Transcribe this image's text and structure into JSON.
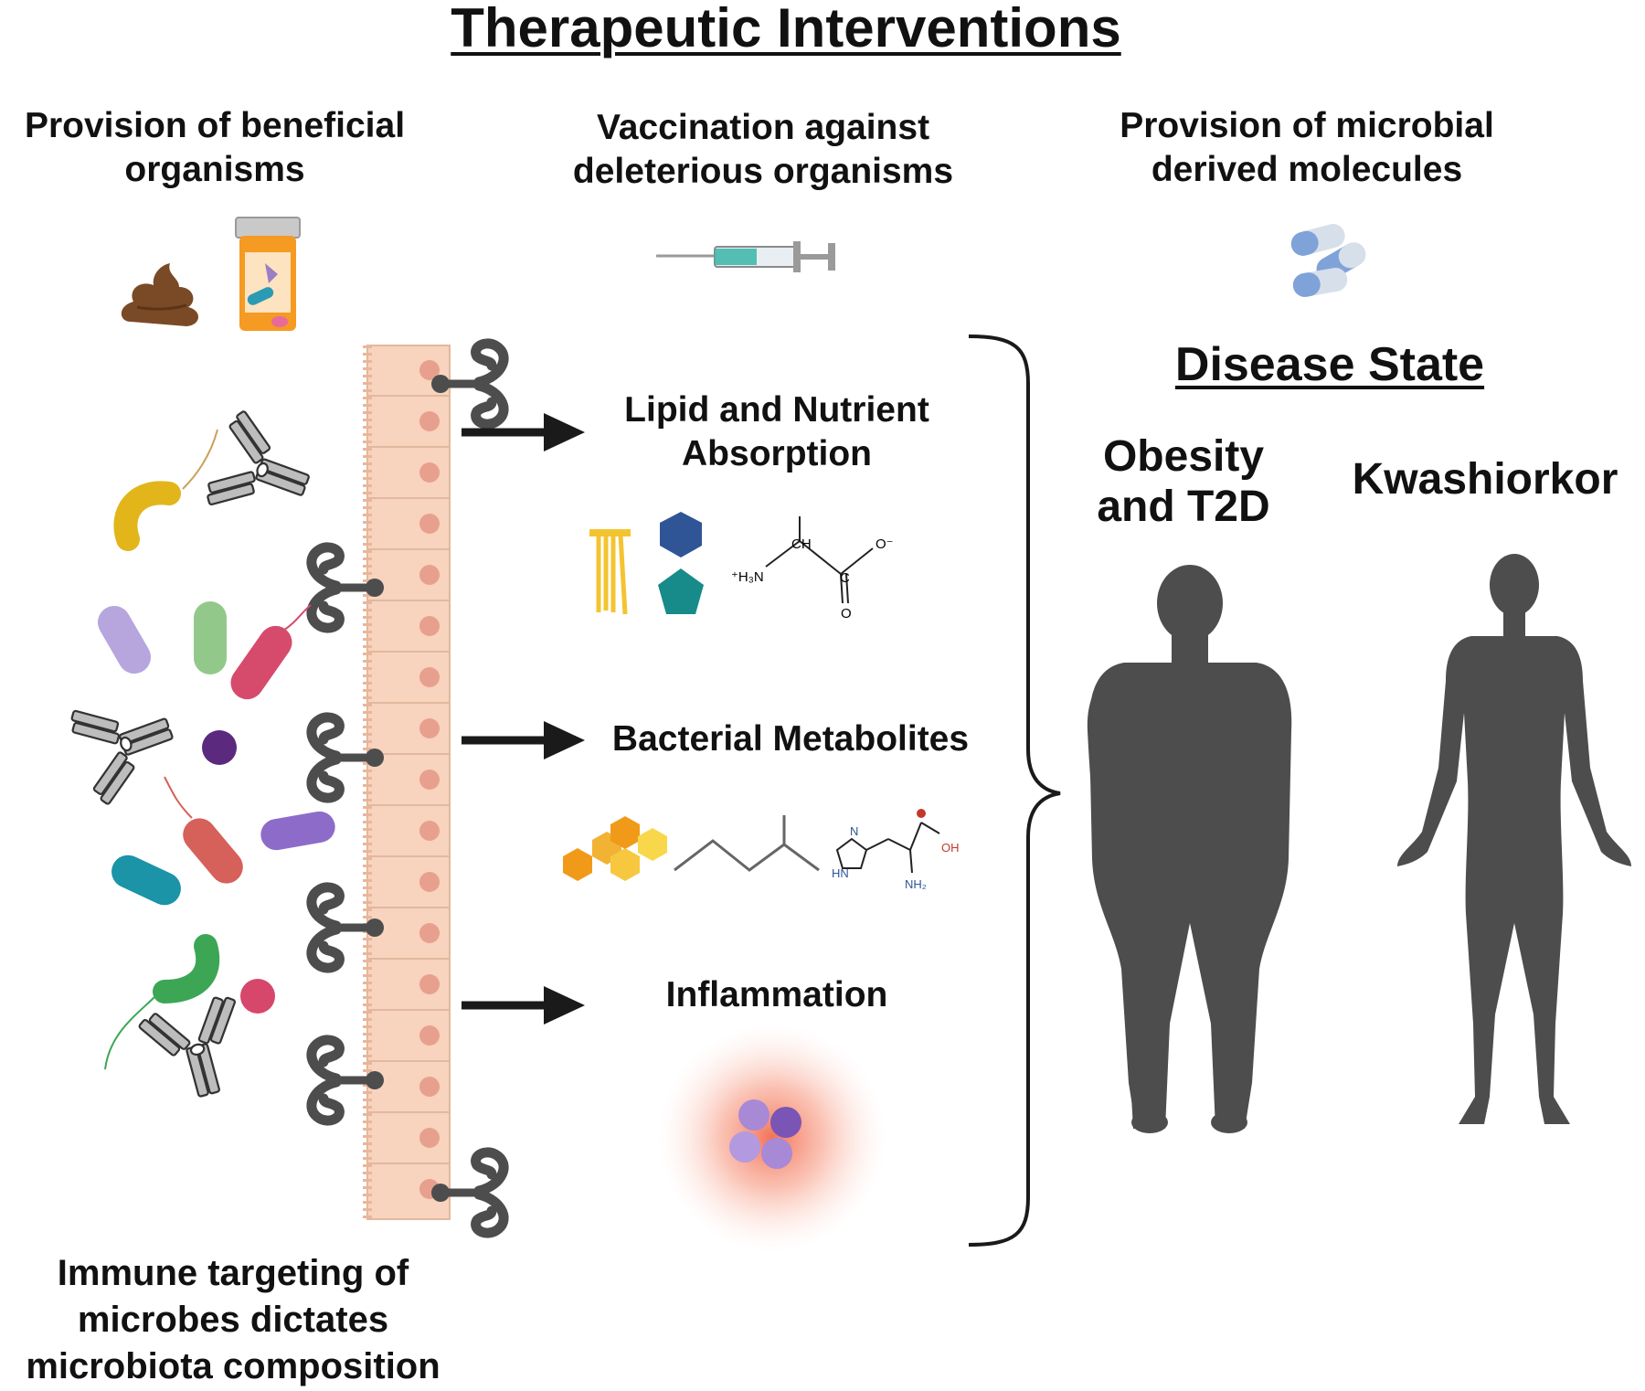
{
  "title": "Therapeutic Interventions",
  "interventions": [
    {
      "label_line1": "Provision of beneficial",
      "label_line2": "organisms"
    },
    {
      "label_line1": "Vaccination against",
      "label_line2": "deleterious organisms"
    },
    {
      "label_line1": "Provision of microbial",
      "label_line2": "derived molecules"
    }
  ],
  "results": [
    {
      "line1": "Lipid and Nutrient",
      "line2": "Absorption"
    },
    {
      "line1": "Bacterial Metabolites"
    },
    {
      "line1": "Inflammation"
    }
  ],
  "disease_state": {
    "heading": "Disease State",
    "obesity_line1": "Obesity",
    "obesity_line2": "and T2D",
    "kwashiorkor": "Kwashiorkor"
  },
  "immune_caption": {
    "line1": "Immune targeting of",
    "line2": "microbes dictates",
    "line3": "microbiota composition"
  },
  "molecule_labels": {
    "amine": "⁺H₃N",
    "ch": "CH",
    "c": "C",
    "o_minus": "O⁻",
    "o": "O",
    "hn": "HN",
    "n": "N",
    "oh": "OH",
    "nh2": "NH₂"
  },
  "colors": {
    "epithelium": "#f8d3bd",
    "cell_nucleus": "#e8a08e",
    "silhouette": "#4d4d4d",
    "fat_yellow": "#f4c430",
    "hexagon_blue": "#2f5597",
    "pentagon_teal": "#178a8a",
    "inflammation": "#f26b4f"
  },
  "icons": [
    "stool-icon",
    "pill-bottle-icon",
    "syringe-icon",
    "capsules-icon",
    "antibody-icon",
    "receptor-icon",
    "arrow-icon",
    "brace-icon",
    "human-silhouette-icon"
  ]
}
